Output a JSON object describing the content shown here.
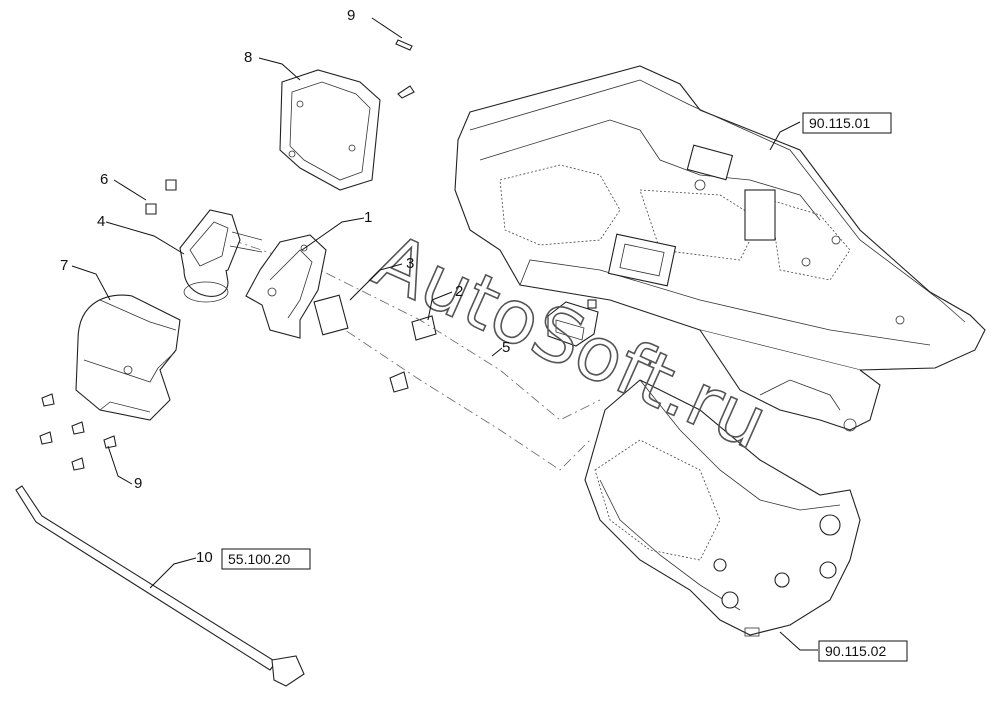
{
  "callouts": {
    "c1": "1",
    "c2": "2",
    "c3": "3",
    "c4": "4",
    "c5": "5",
    "c6": "6",
    "c7": "7",
    "c8": "8",
    "c9_top": "9",
    "c9_bottom": "9",
    "c10": "10"
  },
  "references": {
    "console_upper": "90.115.01",
    "console_lower": "90.115.02",
    "cable": "55.100.20"
  },
  "watermark": "AutoSoft.ru"
}
